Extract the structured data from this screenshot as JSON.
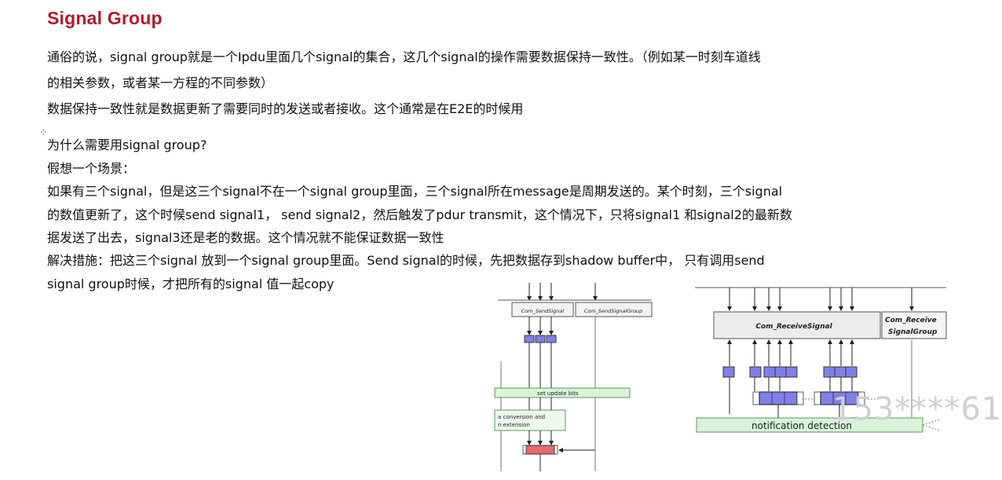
{
  "title": "Signal Group",
  "paragraphs": [
    "通俗的说，signal group就是一个Ipdu里面几个signal的集合，这几个signal的操作需要数据保持一致性。（例如某一时刻车道线",
    "的相关参数，或者某一方程的不同参数）",
    "数据保持一致性就是数据更新了需要同时的发送或者接收。这个通常是在E2E的时候用",
    "为什么需要用signal group?",
    "假想一个场景：",
    "如果有三个signal，但是这三个signal不在一个signal group里面，三个signal所在message是周期发送的。某个时刻，三个signal",
    "的数值更新了，这个时候send signal1， send signal2，然后触发了pdur transmit，这个情况下，只将signal1 和signal2的最新数",
    "据发送了出去，signal3还是老的数据。这个情况就不能保证数据一致性",
    "解决措施：把这三个signal 放到一个signal group里面。Send signal的时候，先把数据存到shadow buffer中， 只有调用send",
    "signal group时候，才把所有的signal 值一起copy"
  ],
  "left_diagram": {
    "box1": "Com_SendSignal",
    "box2": "Com_SendSignalGroup",
    "update_bits": "set update bits",
    "conversion_line1": "a conversion and",
    "conversion_line2": "n extension"
  },
  "right_diagram": {
    "receive": "Com_ReceiveSignal",
    "group_line1": "Com_Receive",
    "group_line2": "SignalGroup",
    "notification": "notification detection"
  },
  "watermark": "153****61",
  "colors": {
    "title": "#b5182c",
    "signal_box": "#7f7fea",
    "group_bar": "#d9f2d9",
    "red_buffer": "#e86a6a"
  }
}
